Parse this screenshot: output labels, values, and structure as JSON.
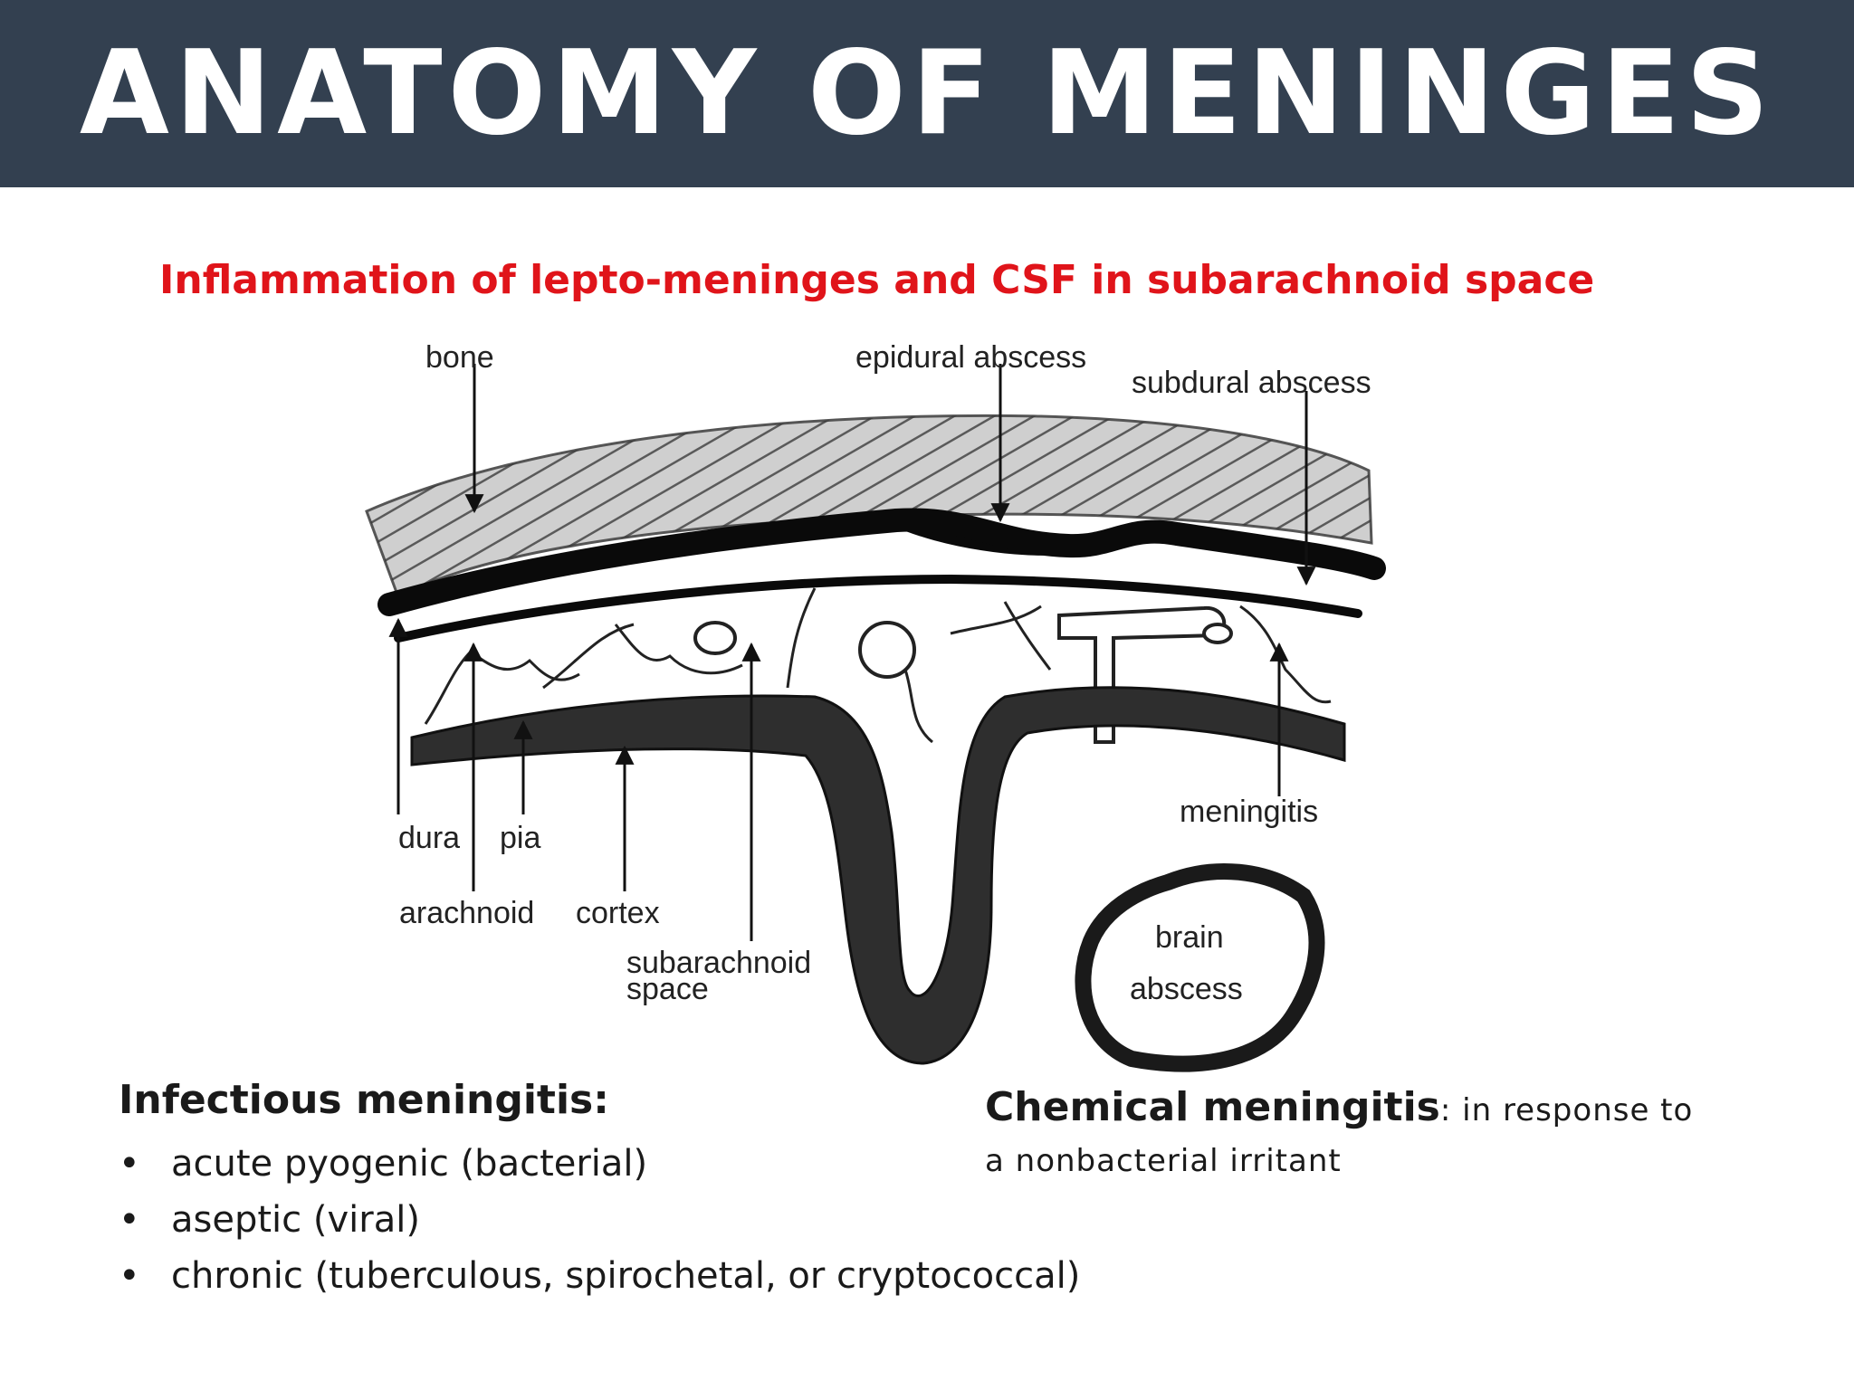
{
  "header": {
    "title": "ANATOMY OF MENINGES"
  },
  "subtitle": "Inflammation of lepto-meninges and CSF in subarachnoid space",
  "diagram": {
    "labels": {
      "bone": "bone",
      "epidural_abscess": "epidural abscess",
      "subdural_abscess": "subdural abscess",
      "dura": "dura",
      "pia": "pia",
      "arachnoid": "arachnoid",
      "cortex": "cortex",
      "subarachnoid_line1": "subarachnoid",
      "subarachnoid_line2": "space",
      "meningitis": "meningitis",
      "brain_abscess_line1": "brain",
      "brain_abscess_line2": "abscess"
    }
  },
  "infectious": {
    "title": "Infectious meningitis:",
    "items": [
      "acute pyogenic (bacterial)",
      "aseptic (viral)",
      "chronic (tuberculous, spirochetal, or cryptococcal)"
    ],
    "bullet": "•"
  },
  "chemical": {
    "title": "Chemical meningitis",
    "description_line1": ": in response to",
    "description_line2": "a nonbacterial irritant"
  }
}
